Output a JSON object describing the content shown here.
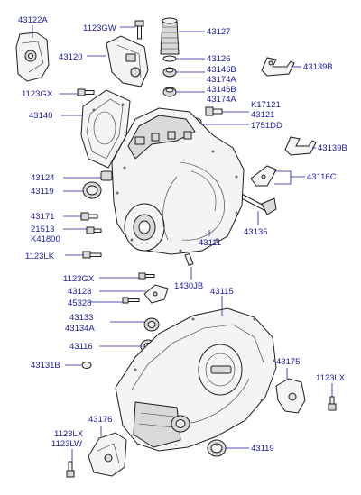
{
  "labels": [
    {
      "id": "p43122A",
      "text": "43122A"
    },
    {
      "id": "p1123GW",
      "text": "1123GW"
    },
    {
      "id": "p43127",
      "text": "43127"
    },
    {
      "id": "p43120",
      "text": "43120"
    },
    {
      "id": "p43126",
      "text": "43126"
    },
    {
      "id": "p43139B_a",
      "text": "43139B"
    },
    {
      "id": "p43146B_a",
      "text": "43146B"
    },
    {
      "id": "p43174A_a",
      "text": "43174A"
    },
    {
      "id": "p1123GX_a",
      "text": "1123GX"
    },
    {
      "id": "p43146B_b",
      "text": "43146B"
    },
    {
      "id": "p43174A_b",
      "text": "43174A"
    },
    {
      "id": "pK17121",
      "text": "K17121"
    },
    {
      "id": "p43121",
      "text": "43121"
    },
    {
      "id": "p43140",
      "text": "43140"
    },
    {
      "id": "p1751DD",
      "text": "1751DD"
    },
    {
      "id": "p43139B_b",
      "text": "43139B"
    },
    {
      "id": "p43116C",
      "text": "43116C"
    },
    {
      "id": "p43124",
      "text": "43124"
    },
    {
      "id": "p43119_a",
      "text": "43119"
    },
    {
      "id": "p43171",
      "text": "43171"
    },
    {
      "id": "p21513",
      "text": "21513"
    },
    {
      "id": "pK41800",
      "text": "K41800"
    },
    {
      "id": "p43135",
      "text": "43135"
    },
    {
      "id": "p43111",
      "text": "43111"
    },
    {
      "id": "p1123LK",
      "text": "1123LK"
    },
    {
      "id": "p1123GX_b",
      "text": "1123GX"
    },
    {
      "id": "p1430JB",
      "text": "1430JB"
    },
    {
      "id": "p43123",
      "text": "43123"
    },
    {
      "id": "p43115",
      "text": "43115"
    },
    {
      "id": "p45328",
      "text": "45328"
    },
    {
      "id": "p43133",
      "text": "43133"
    },
    {
      "id": "p43134A",
      "text": "43134A"
    },
    {
      "id": "p43116",
      "text": "43116"
    },
    {
      "id": "p43175",
      "text": "43175"
    },
    {
      "id": "p43131B",
      "text": "43131B"
    },
    {
      "id": "p1123LX_a",
      "text": "1123LX"
    },
    {
      "id": "p43176",
      "text": "43176"
    },
    {
      "id": "p1123LX_b",
      "text": "1123LX"
    },
    {
      "id": "p1123LW",
      "text": "1123LW"
    },
    {
      "id": "p43119_b",
      "text": "43119"
    }
  ]
}
